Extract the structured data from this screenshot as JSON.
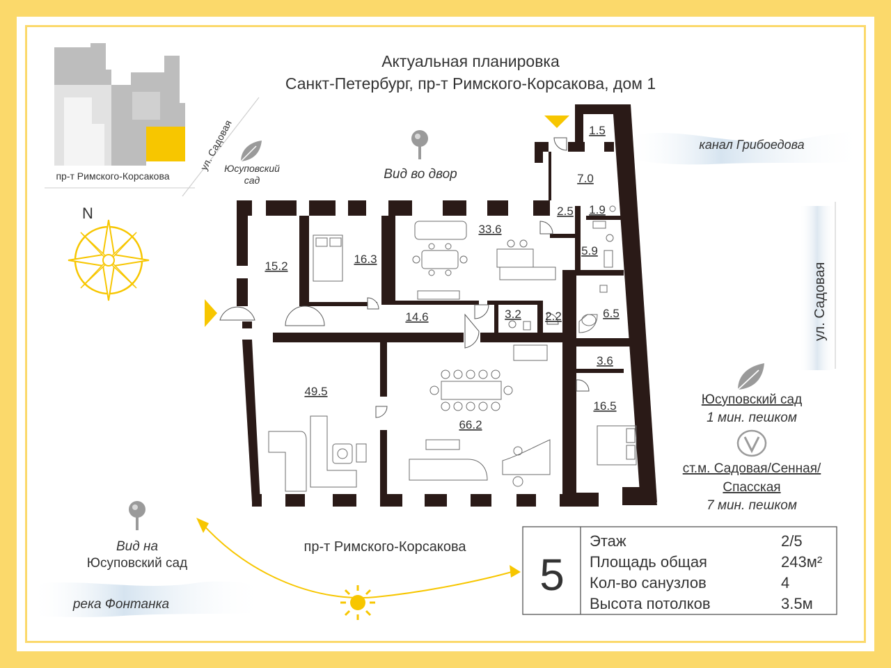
{
  "header": {
    "line1": "Актуальная планировка",
    "line2": "Санкт-Петербург, пр-т Римского-Корсакова, дом 1"
  },
  "locator": {
    "street_label": "пр-т Римского-Корсакова",
    "highlight_color": "#f7c600"
  },
  "streets": {
    "sadovaya_diag": "ул. Садовая",
    "sadovaya_right": "ул. Садовая",
    "rimsky": "пр-т Римского-Корсакова",
    "griboedov": "канал Грибоедова",
    "fontanka": "река Фонтанка"
  },
  "yusupov_small": {
    "line1": "Юсуповский",
    "line2": "сад"
  },
  "compass": {
    "north": "N"
  },
  "views": {
    "courtyard": "Вид во двор",
    "garden_line1": "Вид на",
    "garden_line2": "Юсуповский сад"
  },
  "rooms": [
    {
      "id": "r1",
      "area": "1.5"
    },
    {
      "id": "r2",
      "area": "7.0"
    },
    {
      "id": "r3",
      "area": "2.5"
    },
    {
      "id": "r4",
      "area": "1.9"
    },
    {
      "id": "r5",
      "area": "33.6"
    },
    {
      "id": "r6",
      "area": "5.9"
    },
    {
      "id": "r7",
      "area": "15.2"
    },
    {
      "id": "r8",
      "area": "16.3"
    },
    {
      "id": "r9",
      "area": "14.6"
    },
    {
      "id": "r10",
      "area": "3.2"
    },
    {
      "id": "r11",
      "area": "2.2"
    },
    {
      "id": "r12",
      "area": "6.5"
    },
    {
      "id": "r13",
      "area": "3.6"
    },
    {
      "id": "r14",
      "area": "49.5"
    },
    {
      "id": "r15",
      "area": "66.2"
    },
    {
      "id": "r16",
      "area": "16.5"
    }
  ],
  "nearby": {
    "garden_name": "Юсуповский сад",
    "garden_walk": "1 мин. пешком",
    "metro_line1": "ст.м. Садовая/Сенная/",
    "metro_line2": "Спасская",
    "metro_walk": "7 мин. пешком"
  },
  "info": {
    "number": "5",
    "rows": [
      {
        "label": "Этаж",
        "value": "2/5"
      },
      {
        "label": "Площадь общая",
        "value": "243м²"
      },
      {
        "label": "Кол-во санузлов",
        "value": "4"
      },
      {
        "label": "Высота потолков",
        "value": "3.5м"
      }
    ]
  },
  "colors": {
    "accent": "#fbd96b",
    "marker": "#f7c600",
    "wall": "#2a1a17",
    "river": "#dce8f2"
  },
  "icons": [
    "leaf-icon",
    "location-pin-icon",
    "compass-rose-icon",
    "sun-icon",
    "metro-icon",
    "entrance-arrow-icon"
  ]
}
